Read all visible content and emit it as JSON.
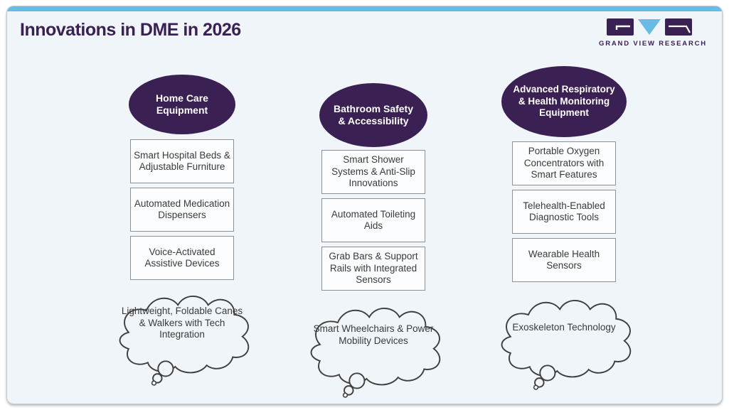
{
  "title": "Innovations in DME in 2026",
  "logo": {
    "brand": "GRAND VIEW RESEARCH",
    "icon": "gvr-blocks-and-triangle-logo"
  },
  "colors": {
    "accent": "#66bce4",
    "purple": "#3b2153",
    "card_bg": "#eff5f9",
    "box_border": "#8b9196",
    "outline": "#3f3f3f",
    "text": "#3a3a3a"
  },
  "columns": [
    {
      "header": "Home Care Equipment",
      "boxes": [
        "Smart Hospital Beds & Adjustable Furniture",
        "Automated Medication Dispensers",
        "Voice-Activated Assistive Devices"
      ],
      "cloud": "Lightweight, Foldable Canes & Walkers with Tech Integration"
    },
    {
      "header": "Bathroom Safety & Accessibility",
      "boxes": [
        "Smart Shower Systems & Anti-Slip Innovations",
        "Automated Toileting Aids",
        "Grab Bars & Support Rails with Integrated Sensors"
      ],
      "cloud": "Smart Wheelchairs & Power Mobility Devices"
    },
    {
      "header": "Advanced Respiratory & Health Monitoring Equipment",
      "boxes": [
        "Portable Oxygen Concentrators with Smart Features",
        "Telehealth-Enabled Diagnostic Tools",
        "Wearable Health Sensors"
      ],
      "cloud": "Exoskeleton Technology"
    }
  ]
}
